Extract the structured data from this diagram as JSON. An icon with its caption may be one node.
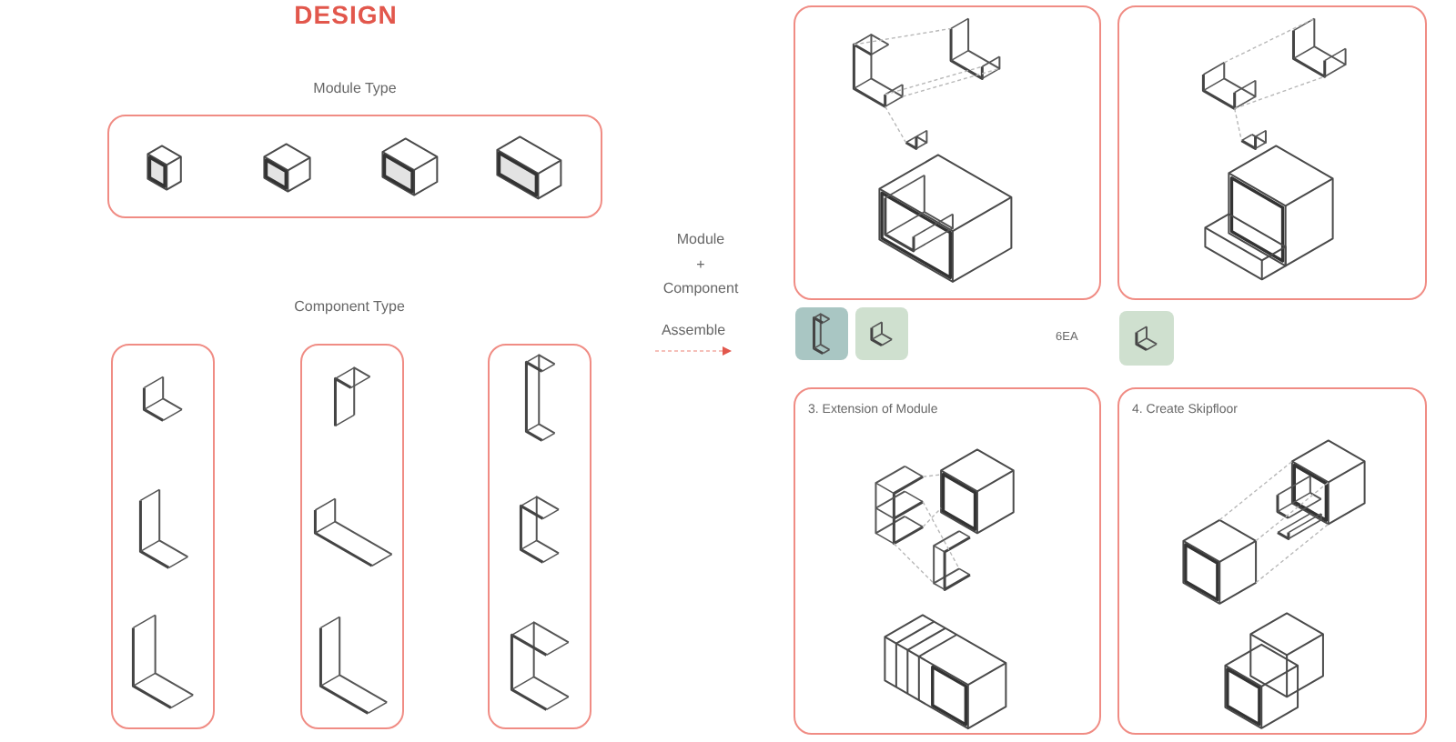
{
  "diagram": {
    "title": "DESIGN",
    "nodes": [
      {
        "text": [
          "Module Type"
        ]
      },
      {
        "text": [],
        "shape": "box"
      },
      {
        "text": [],
        "shape": "box"
      },
      {
        "text": [],
        "shape": "box"
      },
      {
        "text": [],
        "shape": "box"
      },
      {
        "text": [],
        "shape": "box"
      },
      {
        "text": [
          "3. Extension of Module"
        ]
      },
      {
        "text": [
          "4. Create Skipfloor"
        ]
      }
    ],
    "labels": [
      "Component Type",
      "Module + Component",
      "Assemble",
      "6EA"
    ]
  }
}
